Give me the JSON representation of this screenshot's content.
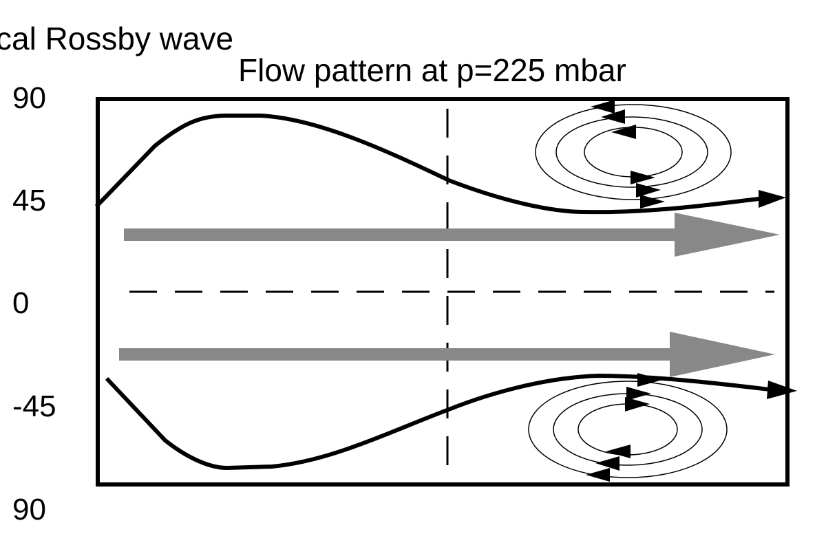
{
  "header": {
    "partial_title": "cal Rossby wave",
    "title": "Flow pattern at p=225 mbar"
  },
  "axis": {
    "ticks": [
      "90",
      "45",
      "0",
      "-45",
      "90"
    ]
  },
  "colors": {
    "frame": "#000000",
    "zonal_flow_arrow": "#888888",
    "background": "#ffffff"
  },
  "elements": {
    "zonal_arrows": 2,
    "vortices": [
      "northern",
      "southern"
    ],
    "streamlines": [
      "northern",
      "southern"
    ]
  }
}
